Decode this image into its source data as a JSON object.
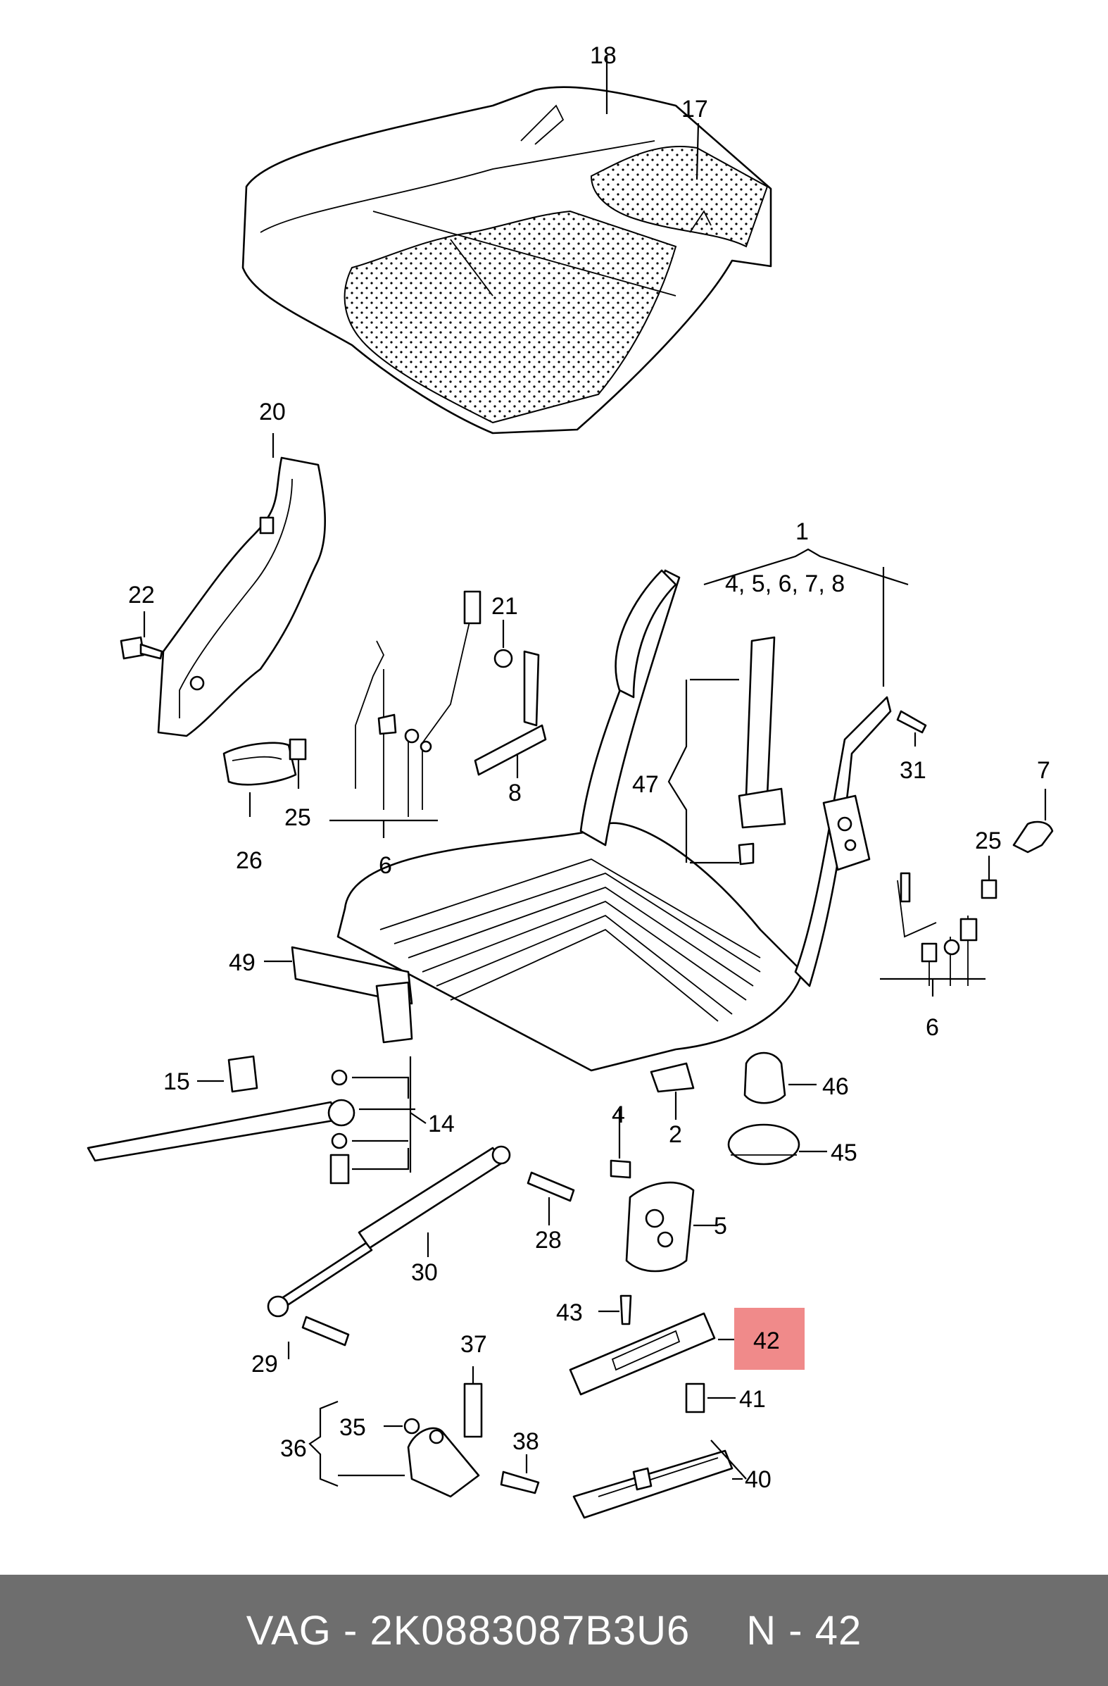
{
  "labels": {
    "p1": "1",
    "p1_sub": "4, 5, 6, 7, 8",
    "p2": "2",
    "p4": "4",
    "p5": "5",
    "p6a": "6",
    "p6b": "6",
    "p7": "7",
    "p8": "8",
    "p14": "14",
    "p15": "15",
    "p17": "17",
    "p18": "18",
    "p20": "20",
    "p21": "21",
    "p22": "22",
    "p25a": "25",
    "p25b": "25",
    "p26": "26",
    "p28": "28",
    "p29": "29",
    "p30": "30",
    "p31": "31",
    "p35": "35",
    "p36": "36",
    "p37": "37",
    "p38": "38",
    "p40": "40",
    "p41": "41",
    "p42": "42",
    "p43": "43",
    "p45": "45",
    "p46": "46",
    "p47": "47",
    "p49": "49"
  },
  "highlight": {
    "part": "42",
    "color": "#f08a8a"
  },
  "footer": {
    "brand_part": "VAG - 2K0883087B3U6",
    "number": "N - 42"
  }
}
